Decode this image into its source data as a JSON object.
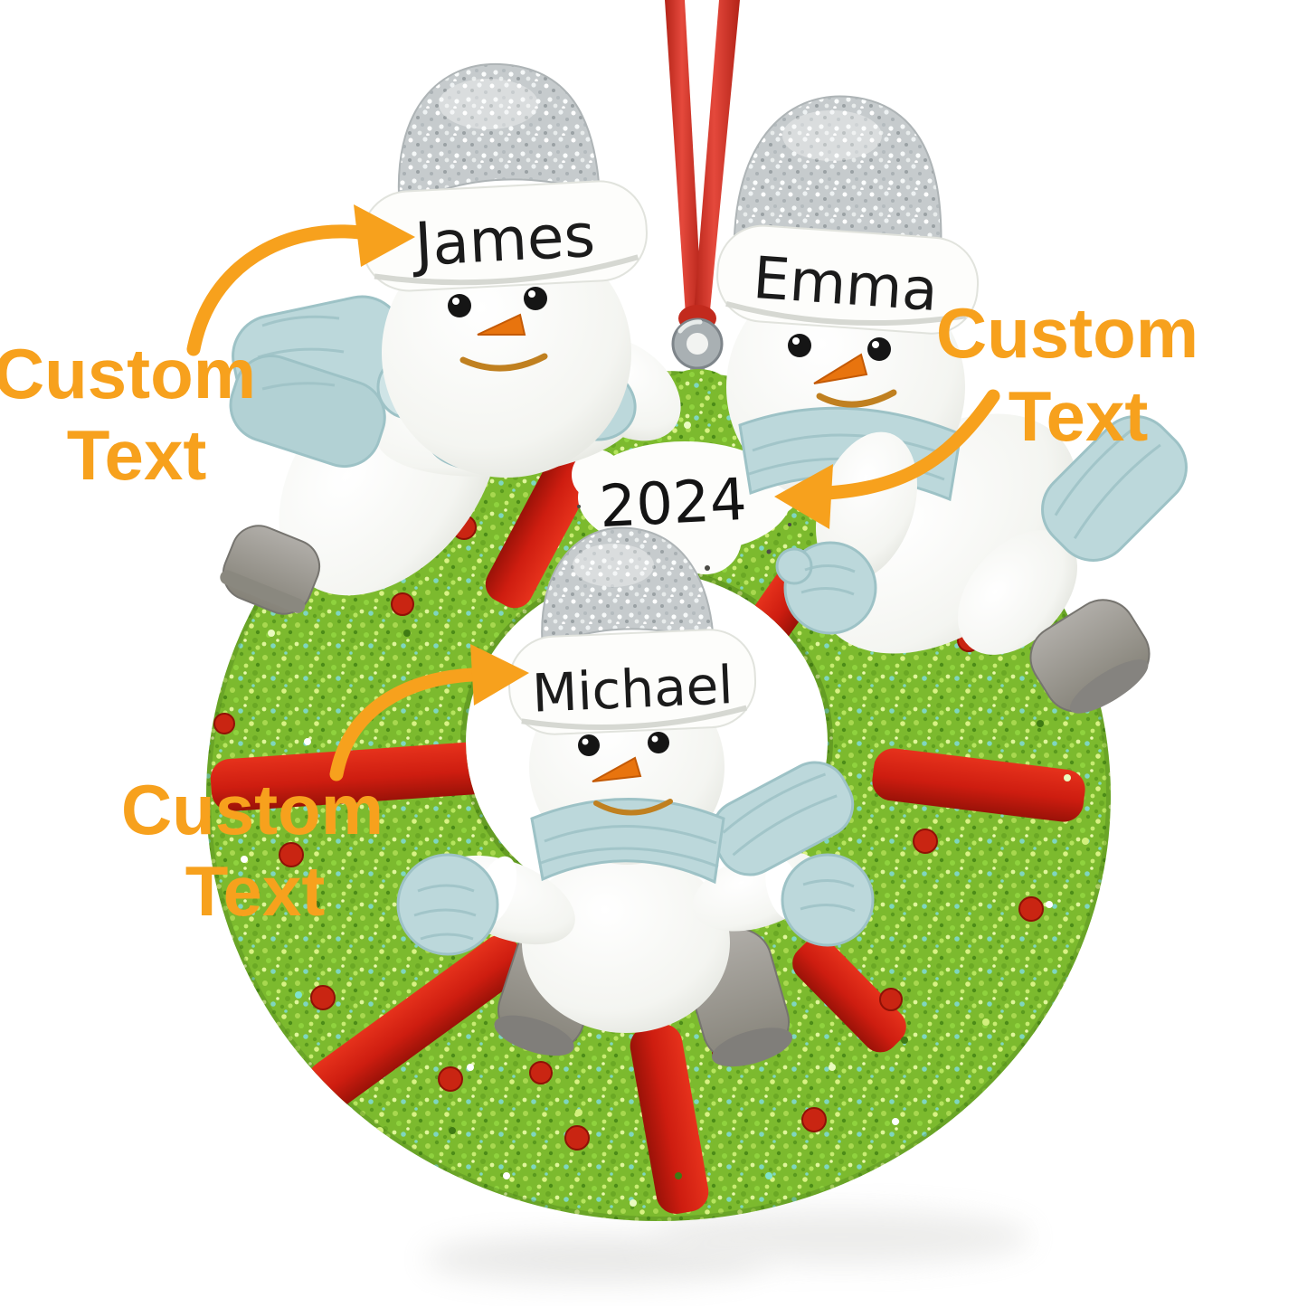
{
  "image": {
    "description": "Personalized snowman family wreath Christmas ornament product photo with custom-name callouts"
  },
  "ornament": {
    "year_label": "2024",
    "snowmen": [
      {
        "name": "James",
        "position": "top-left"
      },
      {
        "name": "Emma",
        "position": "top-right"
      },
      {
        "name": "Michael",
        "position": "bottom-center"
      }
    ]
  },
  "annotations": {
    "left": {
      "line1": "Custom",
      "line2": "Text"
    },
    "right": {
      "line1": "Custom",
      "line2": "Text"
    },
    "bottom_left": {
      "line1": "Custom",
      "line2": "Text"
    }
  },
  "colors": {
    "annotation_orange": "#F7A11D",
    "wreath_green": "#7CBA2E",
    "ribbon_red": "#CE1D10",
    "hanging_ribbon_red": "#D93A2F",
    "hat_silver": "#C6CBCD",
    "scarf_blue": "#BCD8DB",
    "boot_gray": "#9B9995",
    "background": "#FFFFFF"
  }
}
